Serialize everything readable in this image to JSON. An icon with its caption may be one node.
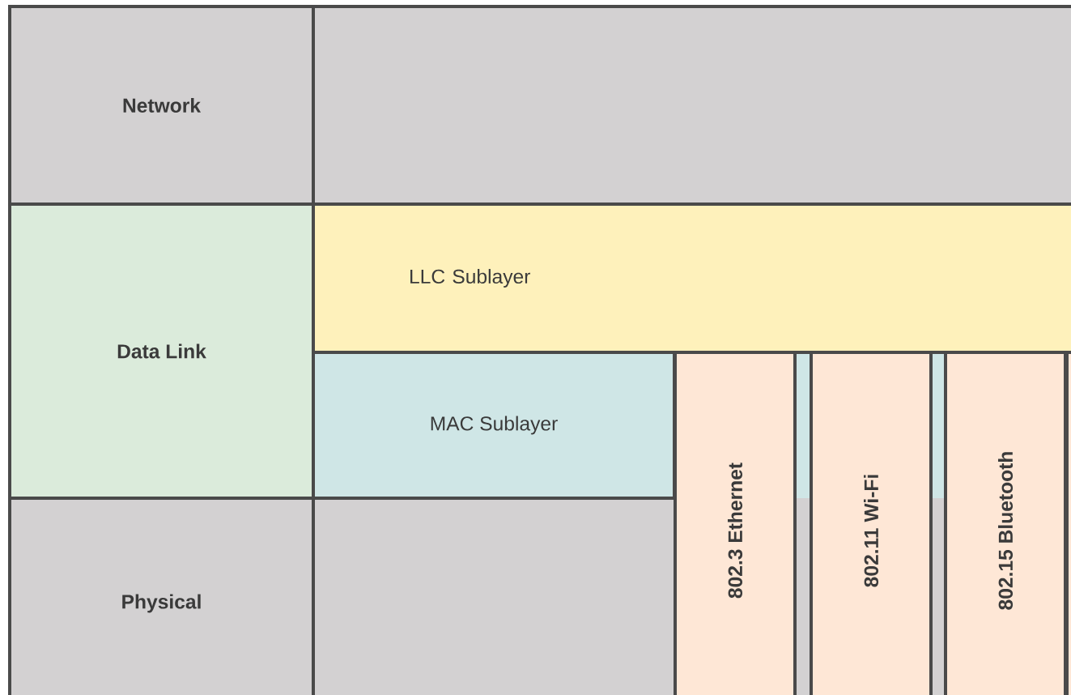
{
  "diagram": {
    "nodes": [
      {
        "text": [
          "Network"
        ]
      },
      {
        "text": [],
        "shape": "box"
      },
      {
        "text": [
          "Data Link"
        ]
      },
      {
        "text": [
          "LLC Sublayer"
        ]
      },
      {
        "text": [
          "MAC Sublayer"
        ]
      },
      {
        "text": [
          "802.3 Ethernet"
        ]
      },
      {
        "text": [
          "802.11 Wi-Fi"
        ]
      },
      {
        "text": [
          "802.15 Bluetooth"
        ]
      },
      {
        "text": [
          "Physical"
        ]
      },
      {
        "text": [],
        "shape": "box"
      }
    ]
  }
}
